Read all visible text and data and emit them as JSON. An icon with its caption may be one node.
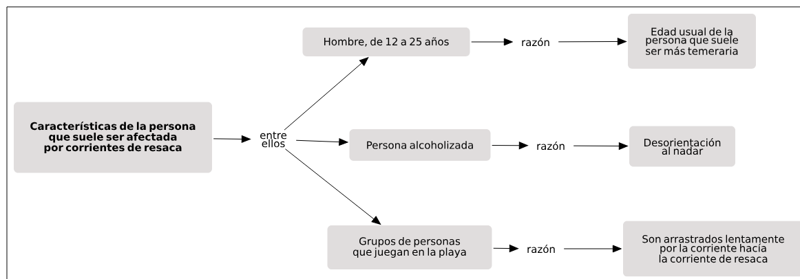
{
  "diagram": {
    "nodes": [
      {
        "text": [
          "Características de la persona que suele ser afectada por corrientes de resaca"
        ]
      },
      {
        "text": [
          "entre ellos"
        ]
      },
      {
        "text": [
          "Hombre, de 12 a 25 años"
        ]
      },
      {
        "text": [
          "razón"
        ]
      },
      {
        "text": [
          "Edad usual de la persona que suele ser más temeraria"
        ]
      },
      {
        "text": [
          "Persona alcoholizada"
        ]
      },
      {
        "text": [
          "razón"
        ]
      },
      {
        "text": [
          "Desorientación al nadar"
        ]
      },
      {
        "text": [
          "Grupos de personas que juegan en la playa"
        ]
      },
      {
        "text": [
          "razón"
        ]
      },
      {
        "text": [
          "Son arrastrados lentamente por la corriente hacía la corriente de resaca"
        ]
      }
    ],
    "edges": [
      {
        "from": 0,
        "to": 1,
        "arrow": "to"
      },
      {
        "from": 1,
        "to": 2,
        "arrow": "to"
      },
      {
        "from": 1,
        "to": 5,
        "arrow": "to"
      },
      {
        "from": 1,
        "to": 8,
        "arrow": "to"
      },
      {
        "from": 2,
        "to": 3,
        "arrow": "to"
      },
      {
        "from": 3,
        "to": 4,
        "arrow": "to"
      },
      {
        "from": 5,
        "to": 6,
        "arrow": "to"
      },
      {
        "from": 6,
        "to": 7,
        "arrow": "to"
      },
      {
        "from": 8,
        "to": 9,
        "arrow": "to"
      },
      {
        "from": 9,
        "to": 10,
        "arrow": "to"
      }
    ]
  }
}
